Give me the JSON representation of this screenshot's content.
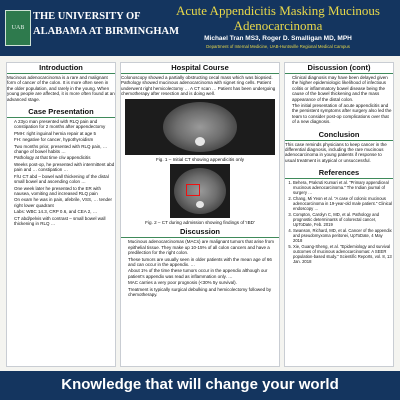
{
  "header": {
    "logo_line_1": "THE UNIVERSITY OF",
    "logo_line_2": "ALABAMA AT BIRMINGHAM",
    "title": "Acute Appendicitis Masking Mucinous Adenocarcinoma",
    "authors": "Michael Tran MS3, Roger D. Smalligan MD, MPH",
    "affiliation": "Department of Internal Medicine, UAB-Huntsville Regional Medical Campus"
  },
  "introduction": {
    "title": "Introduction",
    "text": "Mucinous adenocarcinoma is a rare and malignant form of cancer of the colon. It is more often seen in the older population, and rarely in the young. When young people are affected, it is more often found at an advanced stage."
  },
  "case_presentation": {
    "title": "Case Presentation",
    "items": [
      "A 23yo man presented with RLQ pain and constipation for 2 months after appendectomy",
      "PMH: right inguinal hernia repair at age 5",
      "FH: negative for cancer, hypothyroidism",
      "Two months prior, presented with RLQ pain, … change of bowel habits …",
      "Pathology at that time c/w appendicitis",
      "Weeks post-op, he presented with intermittent abd pain and … constipation …",
      "F/U CT abd – bowel wall thickening of the distal small bowel and ascending colon …",
      "One week later he presented to the ER with nausea, vomiting and increased RLQ pain",
      "On exam he was in pain, afebrile, VSS, … tender right lower quadrant",
      "Labs: WBC 14.3, CRP 0.6, and CEA 2, …",
      "CT abd/pelvis with contrast – small bowel wall thickening in RLQ …"
    ]
  },
  "hospital_course": {
    "title": "Hospital Course",
    "text": "Colonoscopy showed a partially obstructing cecal mass which was biopsied. Pathology showed mucinous adenocarcinoma with signet ring cells. Patient underwent right hemicolectomy … A CT scan … Patient has been undergoing chemotherapy after resection and is doing well."
  },
  "figures": {
    "fig1_caption": "Fig. 1 – Initial CT showing appendicitis only",
    "fig2_caption": "Fig. 2 – CT during admission showing findings of 'IBD'"
  },
  "discussion": {
    "title": "Discussion",
    "items": [
      "Mucinous adenocarcinomas (MACs) are malignant tumors that arise from epithelial tissue. They make up 10-15% of all colon cancers and have a predilection for the right colon.",
      "These tumors are usually seen in older patients with the mean age of 66 and can occur in the appendix. …",
      "About 1% of the time these tumors occur in the appendix although our patient's appendix was read as inflammation only. …",
      "MAC carries a very poor prognosis (<30% 5y survival).",
      "Treatment is typically surgical debulking and hemicolectomy followed by chemotherapy."
    ]
  },
  "discussion_cont": {
    "title": "Discussion (cont)",
    "items": [
      "Clinical diagnosis may have been delayed given the higher epidemiologic likelihood of infectious colitis or inflammatory bowel disease being the cause of the bowel thickening and the mass appearance of the distal colon.",
      "The initial presentation of acute appendicitis and the persistent symptoms after surgery also led the team to consider post-op complications over that of a new diagnosis."
    ]
  },
  "conclusion": {
    "title": "Conclusion",
    "text": "This case reminds physicians to keep cancer in the differential diagnosis, including the rare mucinous adenocarcinoma in young patients if response to usual treatment is atypical or unsuccessful."
  },
  "references": {
    "title": "References",
    "items": [
      "Behera, Prakruti Kumari et al. \"Primary appendiceal mucinous adenocarcinoma.\" The Indian journal of surgery …",
      "Chang, Mi Yeon et al. \"A case of colonic mucinous adenocarcinoma in 19-year-old male patient.\" Clinical endoscopy …",
      "Compton, Carolyn C, MD, et al. Pathology and prognostic determinants of colorectal cancer, UpToDate, Feb. 2019",
      "Swanson, Richard, MD, et al. Cancer of the appendix and pseudomyxoma peritonei, UpToDate, 4 May 2018",
      "Xie, Guang-Sheng, et al. \"Epidemiology and survival outcomes of mucinous adenocarcinomas: A SEER population-based study.\" Scientific Reports, vol. 8, 13 Jan. 2018"
    ]
  },
  "footer": {
    "tagline": "Knowledge that will change your world"
  },
  "colors": {
    "header_bg": "#14355f",
    "title_gold": "#e8d84a",
    "accent_green": "#3f8a5a",
    "roi_red": "#ee1111"
  }
}
